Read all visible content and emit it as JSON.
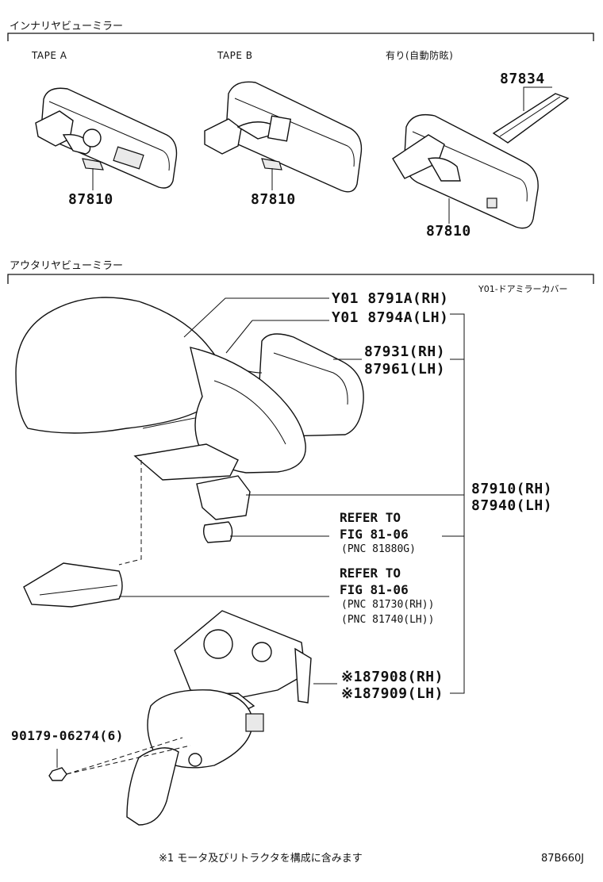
{
  "sections": {
    "inner": "インナリヤビューミラー",
    "outer": "アウタリヤビューミラー"
  },
  "captions": {
    "tape_a": "TAPE A",
    "tape_b": "TAPE B",
    "auto_dim": "有り(自動防眩)",
    "cover": "Y01-ドアミラーカバー"
  },
  "parts": {
    "p87810_a": "87810",
    "p87810_b": "87810",
    "p87810_c": "87810",
    "p87834": "87834",
    "cover_rh": "Y01 8791A(RH)",
    "cover_lh": "Y01 8794A(LH)",
    "glass_rh": "87931(RH)",
    "glass_lh": "87961(LH)",
    "assy_rh": "87910(RH)",
    "assy_lh": "87940(LH)",
    "motor_rh": "※187908(RH)",
    "motor_lh": "※187909(LH)",
    "nut": "90179-06274(6)"
  },
  "refs": {
    "ref1_line1": "REFER TO",
    "ref1_line2": "FIG 81-06",
    "ref1_pnc": "(PNC 81880G)",
    "ref2_line1": "REFER TO",
    "ref2_line2": "FIG 81-06",
    "ref2_pnc1": "(PNC 81730(RH))",
    "ref2_pnc2": "(PNC 81740(LH))"
  },
  "footer": {
    "note": "※1 モータ及びリトラクタを構成に含みます",
    "code": "87B660J"
  }
}
